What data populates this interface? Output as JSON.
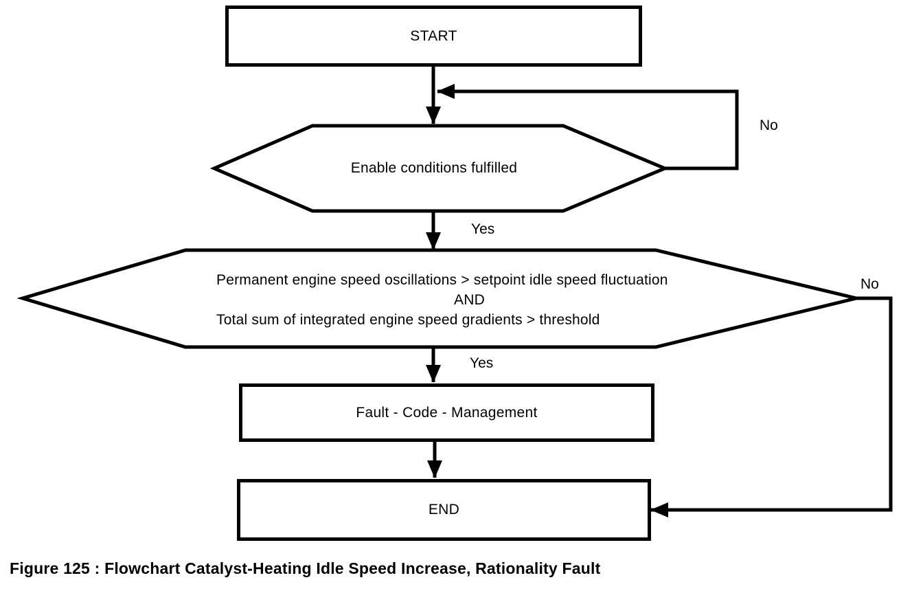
{
  "page": {
    "background_color": "#ffffff",
    "ink_color": "#000000"
  },
  "flowchart": {
    "nodes": {
      "start": {
        "shape": "rectangle",
        "label": "START"
      },
      "enable_conditions": {
        "shape": "hexagon",
        "label": "Enable conditions fulfilled"
      },
      "oscillation_check": {
        "shape": "hexagon",
        "lines": [
          "Permanent engine speed oscillations > setpoint idle speed fluctuation",
          "AND",
          "Total sum of integrated engine speed gradients > threshold"
        ]
      },
      "fault_code_management": {
        "shape": "rectangle",
        "label": "Fault - Code - Management"
      },
      "end": {
        "shape": "rectangle",
        "label": "END"
      }
    },
    "edges": [
      {
        "id": "start-to-enable",
        "from": "start",
        "to": "enable_conditions",
        "label": ""
      },
      {
        "id": "enable-no-loop",
        "from": "enable_conditions",
        "to": "enable_conditions",
        "label": "No"
      },
      {
        "id": "enable-yes",
        "from": "enable_conditions",
        "to": "oscillation_check",
        "label": "Yes"
      },
      {
        "id": "oscillation-yes",
        "from": "oscillation_check",
        "to": "fault_code_management",
        "label": "Yes"
      },
      {
        "id": "oscillation-no-to-end",
        "from": "oscillation_check",
        "to": "end",
        "label": "No"
      },
      {
        "id": "fault-to-end",
        "from": "fault_code_management",
        "to": "end",
        "label": ""
      }
    ]
  },
  "caption": {
    "text": "Figure 125 : Flowchart Catalyst-Heating Idle Speed Increase, Rationality Fault"
  }
}
